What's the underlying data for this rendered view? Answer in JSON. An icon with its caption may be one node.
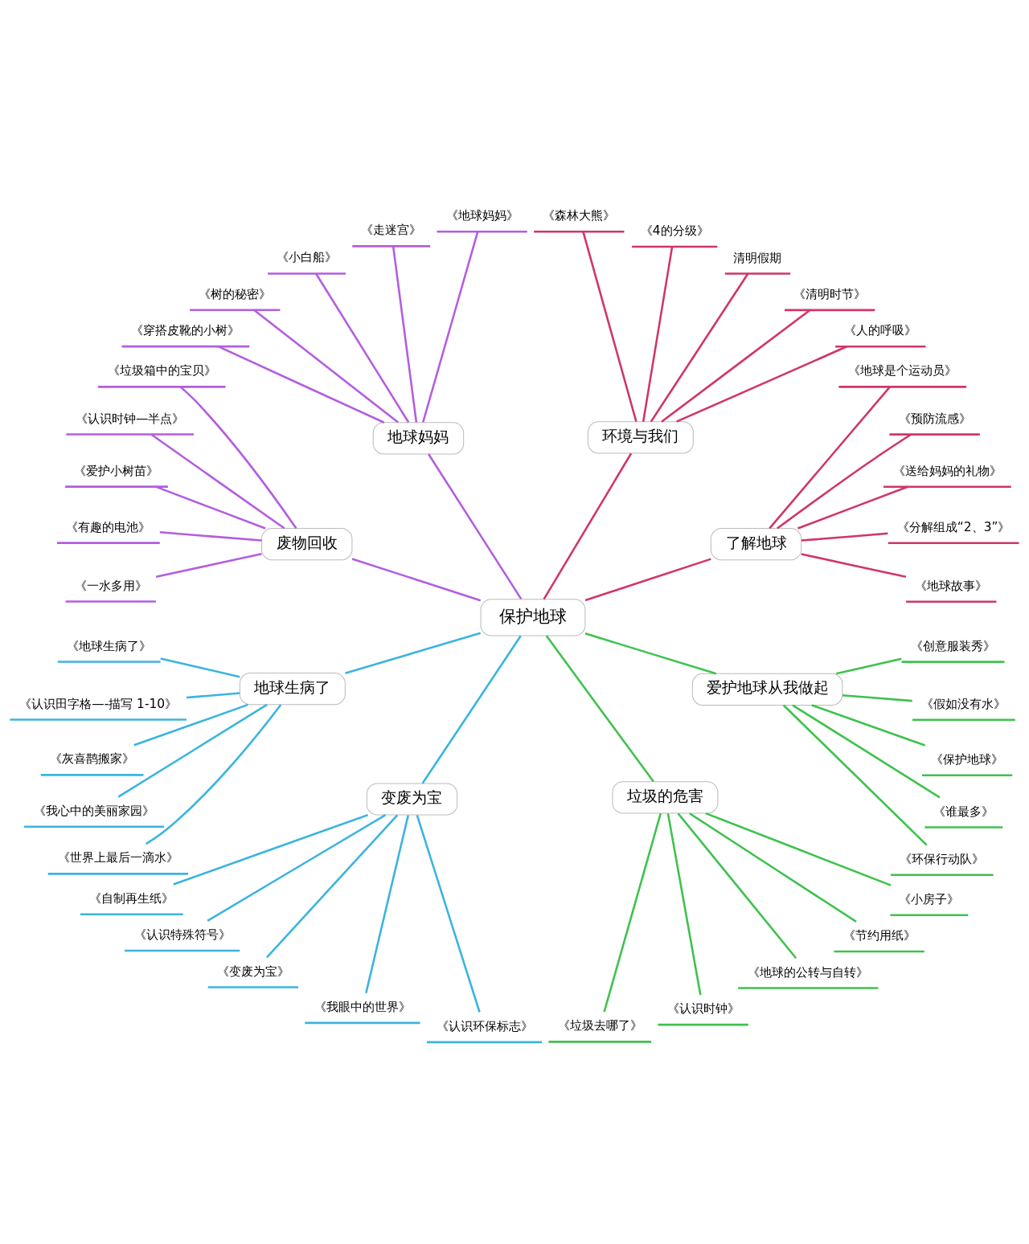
{
  "diagram": {
    "nodes": [
      {
        "text": [
          "保护地球"
        ]
      },
      {
        "text": [
          "了解地球"
        ]
      },
      {
        "text": [
          "《地球故事》"
        ]
      },
      {
        "text": [
          "《分解组成“2、3”》"
        ]
      },
      {
        "text": [
          "《送给妈妈的礼物》"
        ]
      },
      {
        "text": [
          "《预防流感》"
        ]
      },
      {
        "text": [
          "《地球是个运动员》"
        ]
      },
      {
        "text": [
          "环境与我们"
        ]
      },
      {
        "text": [
          "《人的呼吸》"
        ]
      },
      {
        "text": [
          "《清明时节》"
        ]
      },
      {
        "text": [
          "清明假期"
        ]
      },
      {
        "text": [
          "《4的分级》"
        ]
      },
      {
        "text": [
          "《森林大熊》"
        ]
      },
      {
        "text": [
          "地球妈妈"
        ]
      },
      {
        "text": [
          "《地球妈妈》"
        ]
      },
      {
        "text": [
          "《走迷宫》"
        ]
      },
      {
        "text": [
          "《小白船》"
        ]
      },
      {
        "text": [
          "《树的秘密》"
        ]
      },
      {
        "text": [
          "《穿搭皮靴的小树》"
        ]
      },
      {
        "text": [
          "废物回收"
        ]
      },
      {
        "text": [
          "《垃圾箱中的宝贝》"
        ]
      },
      {
        "text": [
          "《认识时钟—半点》"
        ]
      },
      {
        "text": [
          "《爱护小树苗》"
        ]
      },
      {
        "text": [
          "《有趣的电池》"
        ]
      },
      {
        "text": [
          "《一水多用》"
        ]
      },
      {
        "text": [
          "地球生病了"
        ]
      },
      {
        "text": [
          "《地球生病了》"
        ]
      },
      {
        "text": [
          "《认识田字格—-描写 1-10》"
        ]
      },
      {
        "text": [
          "《灰喜鹊搬家》"
        ]
      },
      {
        "text": [
          "《我心中的美丽家园》"
        ]
      },
      {
        "text": [
          "《世界上最后一滴水》"
        ]
      },
      {
        "text": [
          "变废为宝"
        ]
      },
      {
        "text": [
          "《自制再生纸》"
        ]
      },
      {
        "text": [
          "《认识特殊符号》"
        ]
      },
      {
        "text": [
          "《变废为宝》"
        ]
      },
      {
        "text": [
          "《我眼中的世界》"
        ]
      },
      {
        "text": [
          "《认识环保标志》"
        ]
      },
      {
        "text": [
          "垃圾的危害"
        ]
      },
      {
        "text": [
          "《垃圾去哪了》"
        ]
      },
      {
        "text": [
          "《认识时钟》"
        ]
      },
      {
        "text": [
          "《地球的公转与自转》"
        ]
      },
      {
        "text": [
          "《节约用纸》"
        ]
      },
      {
        "text": [
          "《小房子》"
        ]
      },
      {
        "text": [
          "爱护地球从我做起"
        ]
      },
      {
        "text": [
          "《环保行动队》"
        ]
      },
      {
        "text": [
          "《谁最多》"
        ]
      },
      {
        "text": [
          "《保护地球》"
        ]
      },
      {
        "text": [
          "《假如没有水》"
        ]
      },
      {
        "text": [
          "《创意服装秀》"
        ]
      }
    ],
    "edges": [
      {
        "from": 0,
        "to": 1,
        "arrow": "none",
        "color": "#d0356a"
      },
      {
        "from": 1,
        "to": 2,
        "arrow": "none",
        "color": "#d0356a"
      },
      {
        "from": 1,
        "to": 3,
        "arrow": "none",
        "color": "#d0356a"
      },
      {
        "from": 1,
        "to": 4,
        "arrow": "none",
        "color": "#d0356a"
      },
      {
        "from": 1,
        "to": 5,
        "arrow": "none",
        "color": "#d0356a"
      },
      {
        "from": 1,
        "to": 6,
        "arrow": "none",
        "color": "#d0356a"
      },
      {
        "from": 0,
        "to": 7,
        "arrow": "none",
        "color": "#d0356a"
      },
      {
        "from": 7,
        "to": 8,
        "arrow": "none",
        "color": "#d0356a"
      },
      {
        "from": 7,
        "to": 9,
        "arrow": "none",
        "color": "#d0356a"
      },
      {
        "from": 7,
        "to": 10,
        "arrow": "none",
        "color": "#d0356a"
      },
      {
        "from": 7,
        "to": 11,
        "arrow": "none",
        "color": "#d0356a"
      },
      {
        "from": 7,
        "to": 12,
        "arrow": "none",
        "color": "#d0356a"
      },
      {
        "from": 0,
        "to": 13,
        "arrow": "none",
        "color": "#b35de0"
      },
      {
        "from": 13,
        "to": 14,
        "arrow": "none",
        "color": "#b35de0"
      },
      {
        "from": 13,
        "to": 15,
        "arrow": "none",
        "color": "#b35de0"
      },
      {
        "from": 13,
        "to": 16,
        "arrow": "none",
        "color": "#b35de0"
      },
      {
        "from": 13,
        "to": 17,
        "arrow": "none",
        "color": "#b35de0"
      },
      {
        "from": 13,
        "to": 18,
        "arrow": "none",
        "color": "#b35de0"
      },
      {
        "from": 0,
        "to": 19,
        "arrow": "none",
        "color": "#b35de0"
      },
      {
        "from": 19,
        "to": 20,
        "arrow": "none",
        "color": "#b35de0"
      },
      {
        "from": 19,
        "to": 21,
        "arrow": "none",
        "color": "#b35de0"
      },
      {
        "from": 19,
        "to": 22,
        "arrow": "none",
        "color": "#b35de0"
      },
      {
        "from": 19,
        "to": 23,
        "arrow": "none",
        "color": "#b35de0"
      },
      {
        "from": 19,
        "to": 24,
        "arrow": "none",
        "color": "#b35de0"
      },
      {
        "from": 0,
        "to": 25,
        "arrow": "none",
        "color": "#3ab4e0"
      },
      {
        "from": 25,
        "to": 26,
        "arrow": "none",
        "color": "#3ab4e0"
      },
      {
        "from": 25,
        "to": 27,
        "arrow": "none",
        "color": "#3ab4e0"
      },
      {
        "from": 25,
        "to": 28,
        "arrow": "none",
        "color": "#3ab4e0"
      },
      {
        "from": 25,
        "to": 29,
        "arrow": "none",
        "color": "#3ab4e0"
      },
      {
        "from": 25,
        "to": 30,
        "arrow": "none",
        "color": "#3ab4e0"
      },
      {
        "from": 0,
        "to": 31,
        "arrow": "none",
        "color": "#3ab4e0"
      },
      {
        "from": 31,
        "to": 32,
        "arrow": "none",
        "color": "#3ab4e0"
      },
      {
        "from": 31,
        "to": 33,
        "arrow": "none",
        "color": "#3ab4e0"
      },
      {
        "from": 31,
        "to": 34,
        "arrow": "none",
        "color": "#3ab4e0"
      },
      {
        "from": 31,
        "to": 35,
        "arrow": "none",
        "color": "#3ab4e0"
      },
      {
        "from": 31,
        "to": 36,
        "arrow": "none",
        "color": "#3ab4e0"
      },
      {
        "from": 0,
        "to": 37,
        "arrow": "none",
        "color": "#3ec24e"
      },
      {
        "from": 37,
        "to": 38,
        "arrow": "none",
        "color": "#3ec24e"
      },
      {
        "from": 37,
        "to": 39,
        "arrow": "none",
        "color": "#3ec24e"
      },
      {
        "from": 37,
        "to": 40,
        "arrow": "none",
        "color": "#3ec24e"
      },
      {
        "from": 37,
        "to": 41,
        "arrow": "none",
        "color": "#3ec24e"
      },
      {
        "from": 37,
        "to": 42,
        "arrow": "none",
        "color": "#3ec24e"
      },
      {
        "from": 0,
        "to": 43,
        "arrow": "none",
        "color": "#3ec24e"
      },
      {
        "from": 43,
        "to": 44,
        "arrow": "none",
        "color": "#3ec24e"
      },
      {
        "from": 43,
        "to": 45,
        "arrow": "none",
        "color": "#3ec24e"
      },
      {
        "from": 43,
        "to": 46,
        "arrow": "none",
        "color": "#3ec24e"
      },
      {
        "from": 43,
        "to": 47,
        "arrow": "none",
        "color": "#3ec24e"
      },
      {
        "from": 43,
        "to": 48,
        "arrow": "none",
        "color": "#3ec24e"
      }
    ]
  }
}
